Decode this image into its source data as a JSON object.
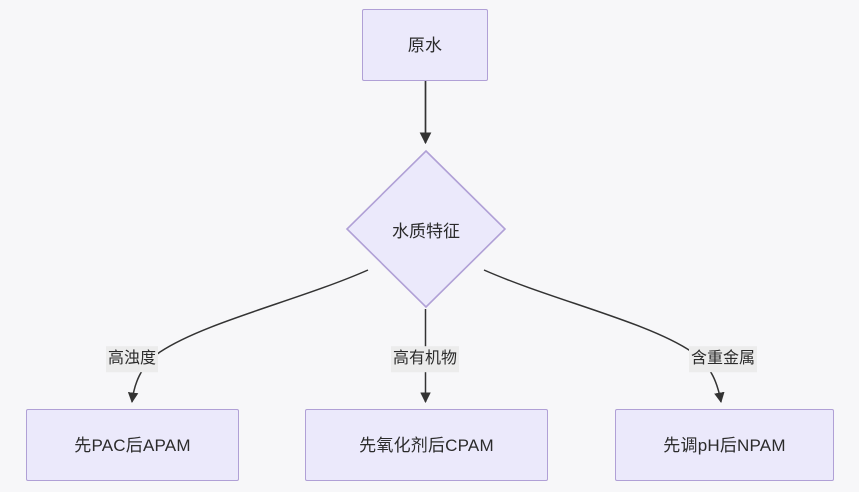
{
  "diagram": {
    "type": "flowchart",
    "direction": "top-down",
    "background_color": "#f7f7f9",
    "node_fill_color": "#ebe9fb",
    "node_border_color": "#b0a0d6",
    "edge_color": "#333333",
    "edge_label_background": "#ececec",
    "text_color": "#2b2b2b",
    "nodes": [
      {
        "id": "raw-water",
        "shape": "rectangle",
        "label": "原水"
      },
      {
        "id": "water-quality",
        "shape": "diamond",
        "label": "水质特征"
      },
      {
        "id": "high-turbidity-process",
        "shape": "rectangle",
        "label": "先PAC后APAM"
      },
      {
        "id": "high-organic-process",
        "shape": "rectangle",
        "label": "先氧化剂后CPAM"
      },
      {
        "id": "heavy-metal-process",
        "shape": "rectangle",
        "label": "先调pH后NPAM"
      }
    ],
    "edges": [
      {
        "from": "raw-water",
        "to": "water-quality",
        "label": ""
      },
      {
        "from": "water-quality",
        "to": "high-turbidity-process",
        "label": "高浊度"
      },
      {
        "from": "water-quality",
        "to": "high-organic-process",
        "label": "高有机物"
      },
      {
        "from": "water-quality",
        "to": "heavy-metal-process",
        "label": "含重金属"
      }
    ]
  }
}
